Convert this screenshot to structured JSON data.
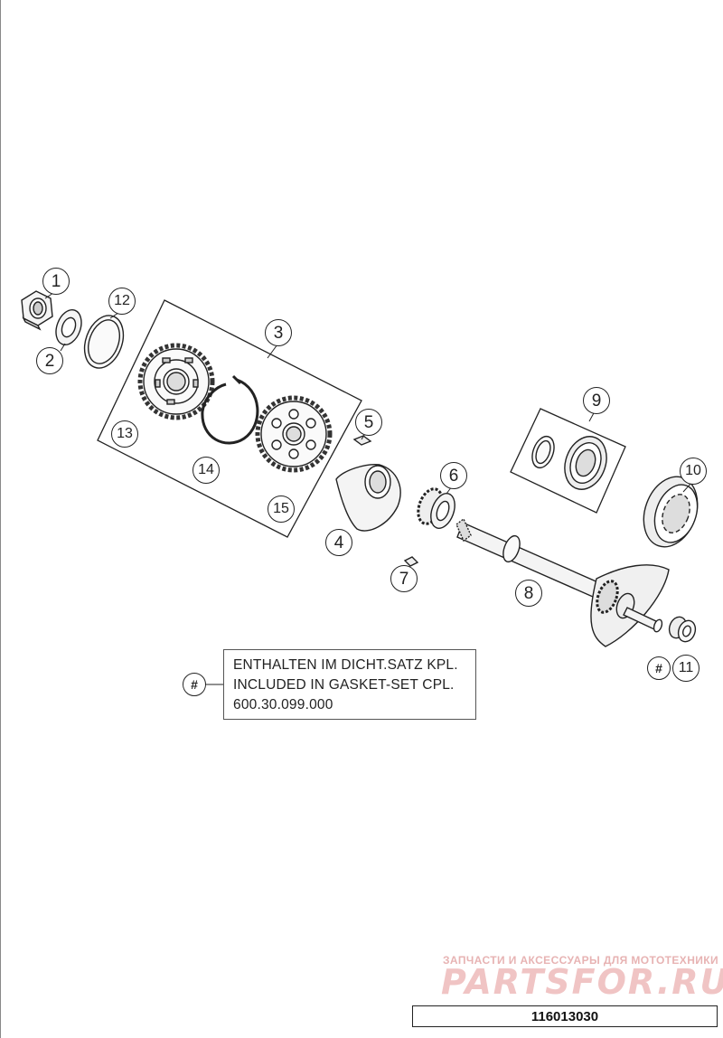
{
  "callouts": {
    "c1": "1",
    "c2": "2",
    "c3": "3",
    "c4": "4",
    "c5": "5",
    "c6": "6",
    "c7": "7",
    "c8": "8",
    "c9": "9",
    "c10": "10",
    "c11": "11",
    "c12": "12",
    "c13": "13",
    "c14": "14",
    "c15": "15"
  },
  "note": {
    "symbol": "#",
    "line1": "ENTHALTEN IM DICHT.SATZ KPL.",
    "line2": "INCLUDED IN GASKET-SET CPL.",
    "line3": "600.30.099.000"
  },
  "marker_11": "#",
  "watermark": {
    "tagline": "ЗАПЧАСТИ И АКСЕССУАРЫ ДЛЯ МОТОТЕХНИКИ",
    "logo": "PARTSFOR.RU"
  },
  "part_number": "116013030"
}
